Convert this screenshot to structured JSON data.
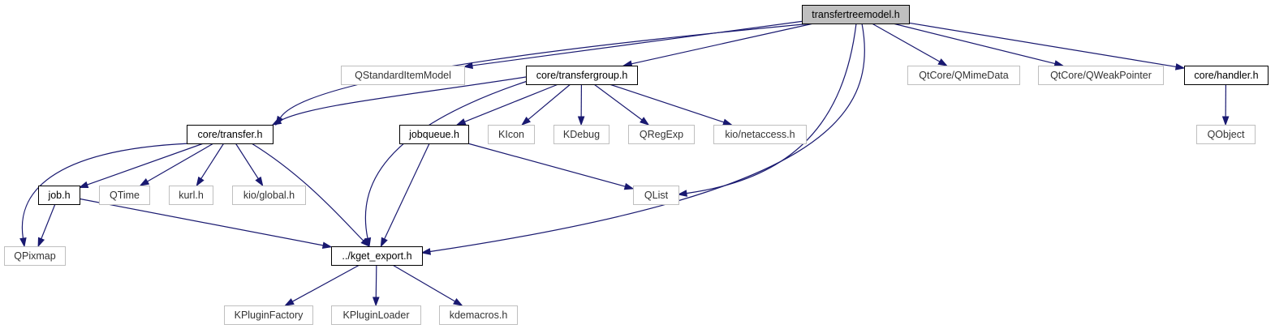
{
  "colors": {
    "edge": "#191970",
    "root_fill": "#bfbfbf",
    "internal_border": "#000000",
    "external_border": "#bfbfbf",
    "node_fill": "#ffffff"
  },
  "nodes": [
    {
      "id": "root",
      "label": "transfertreemodel.h",
      "kind": "root"
    },
    {
      "id": "qstandarditemmodel",
      "label": "QStandardItemModel",
      "kind": "external"
    },
    {
      "id": "transfergroup",
      "label": "core/transfergroup.h",
      "kind": "internal"
    },
    {
      "id": "qmimedata",
      "label": "QtCore/QMimeData",
      "kind": "external"
    },
    {
      "id": "qweakpointer",
      "label": "QtCore/QWeakPointer",
      "kind": "external"
    },
    {
      "id": "handler",
      "label": "core/handler.h",
      "kind": "internal"
    },
    {
      "id": "transfer",
      "label": "core/transfer.h",
      "kind": "internal"
    },
    {
      "id": "jobqueue",
      "label": "jobqueue.h",
      "kind": "internal"
    },
    {
      "id": "kicon",
      "label": "KIcon",
      "kind": "external"
    },
    {
      "id": "kdebug",
      "label": "KDebug",
      "kind": "external"
    },
    {
      "id": "qregexp",
      "label": "QRegExp",
      "kind": "external"
    },
    {
      "id": "netaccess",
      "label": "kio/netaccess.h",
      "kind": "external"
    },
    {
      "id": "qobject",
      "label": "QObject",
      "kind": "external"
    },
    {
      "id": "job",
      "label": "job.h",
      "kind": "internal"
    },
    {
      "id": "qtime",
      "label": "QTime",
      "kind": "external"
    },
    {
      "id": "kurl",
      "label": "kurl.h",
      "kind": "external"
    },
    {
      "id": "kioglobal",
      "label": "kio/global.h",
      "kind": "external"
    },
    {
      "id": "qlist",
      "label": "QList",
      "kind": "external"
    },
    {
      "id": "qpixmap",
      "label": "QPixmap",
      "kind": "external"
    },
    {
      "id": "kget_export",
      "label": "../kget_export.h",
      "kind": "internal"
    },
    {
      "id": "kpluginfactory",
      "label": "KPluginFactory",
      "kind": "external"
    },
    {
      "id": "kpluginloader",
      "label": "KPluginLoader",
      "kind": "external"
    },
    {
      "id": "kdemacros",
      "label": "kdemacros.h",
      "kind": "external"
    }
  ],
  "edges": [
    {
      "from": "root",
      "to": "qstandarditemmodel"
    },
    {
      "from": "root",
      "to": "transfergroup"
    },
    {
      "from": "root",
      "to": "transfer"
    },
    {
      "from": "root",
      "to": "qmimedata"
    },
    {
      "from": "root",
      "to": "qweakpointer"
    },
    {
      "from": "root",
      "to": "handler"
    },
    {
      "from": "root",
      "to": "qlist"
    },
    {
      "from": "root",
      "to": "kget_export"
    },
    {
      "from": "transfergroup",
      "to": "transfer"
    },
    {
      "from": "transfergroup",
      "to": "kget_export"
    },
    {
      "from": "transfergroup",
      "to": "jobqueue"
    },
    {
      "from": "transfergroup",
      "to": "kicon"
    },
    {
      "from": "transfergroup",
      "to": "kdebug"
    },
    {
      "from": "transfergroup",
      "to": "qregexp"
    },
    {
      "from": "transfergroup",
      "to": "netaccess"
    },
    {
      "from": "handler",
      "to": "qobject"
    },
    {
      "from": "transfer",
      "to": "qpixmap"
    },
    {
      "from": "transfer",
      "to": "job"
    },
    {
      "from": "transfer",
      "to": "qtime"
    },
    {
      "from": "transfer",
      "to": "kurl"
    },
    {
      "from": "transfer",
      "to": "kioglobal"
    },
    {
      "from": "transfer",
      "to": "kget_export"
    },
    {
      "from": "jobqueue",
      "to": "kget_export"
    },
    {
      "from": "jobqueue",
      "to": "qlist"
    },
    {
      "from": "job",
      "to": "qpixmap"
    },
    {
      "from": "job",
      "to": "kget_export"
    },
    {
      "from": "kget_export",
      "to": "kpluginfactory"
    },
    {
      "from": "kget_export",
      "to": "kpluginloader"
    },
    {
      "from": "kget_export",
      "to": "kdemacros"
    }
  ]
}
